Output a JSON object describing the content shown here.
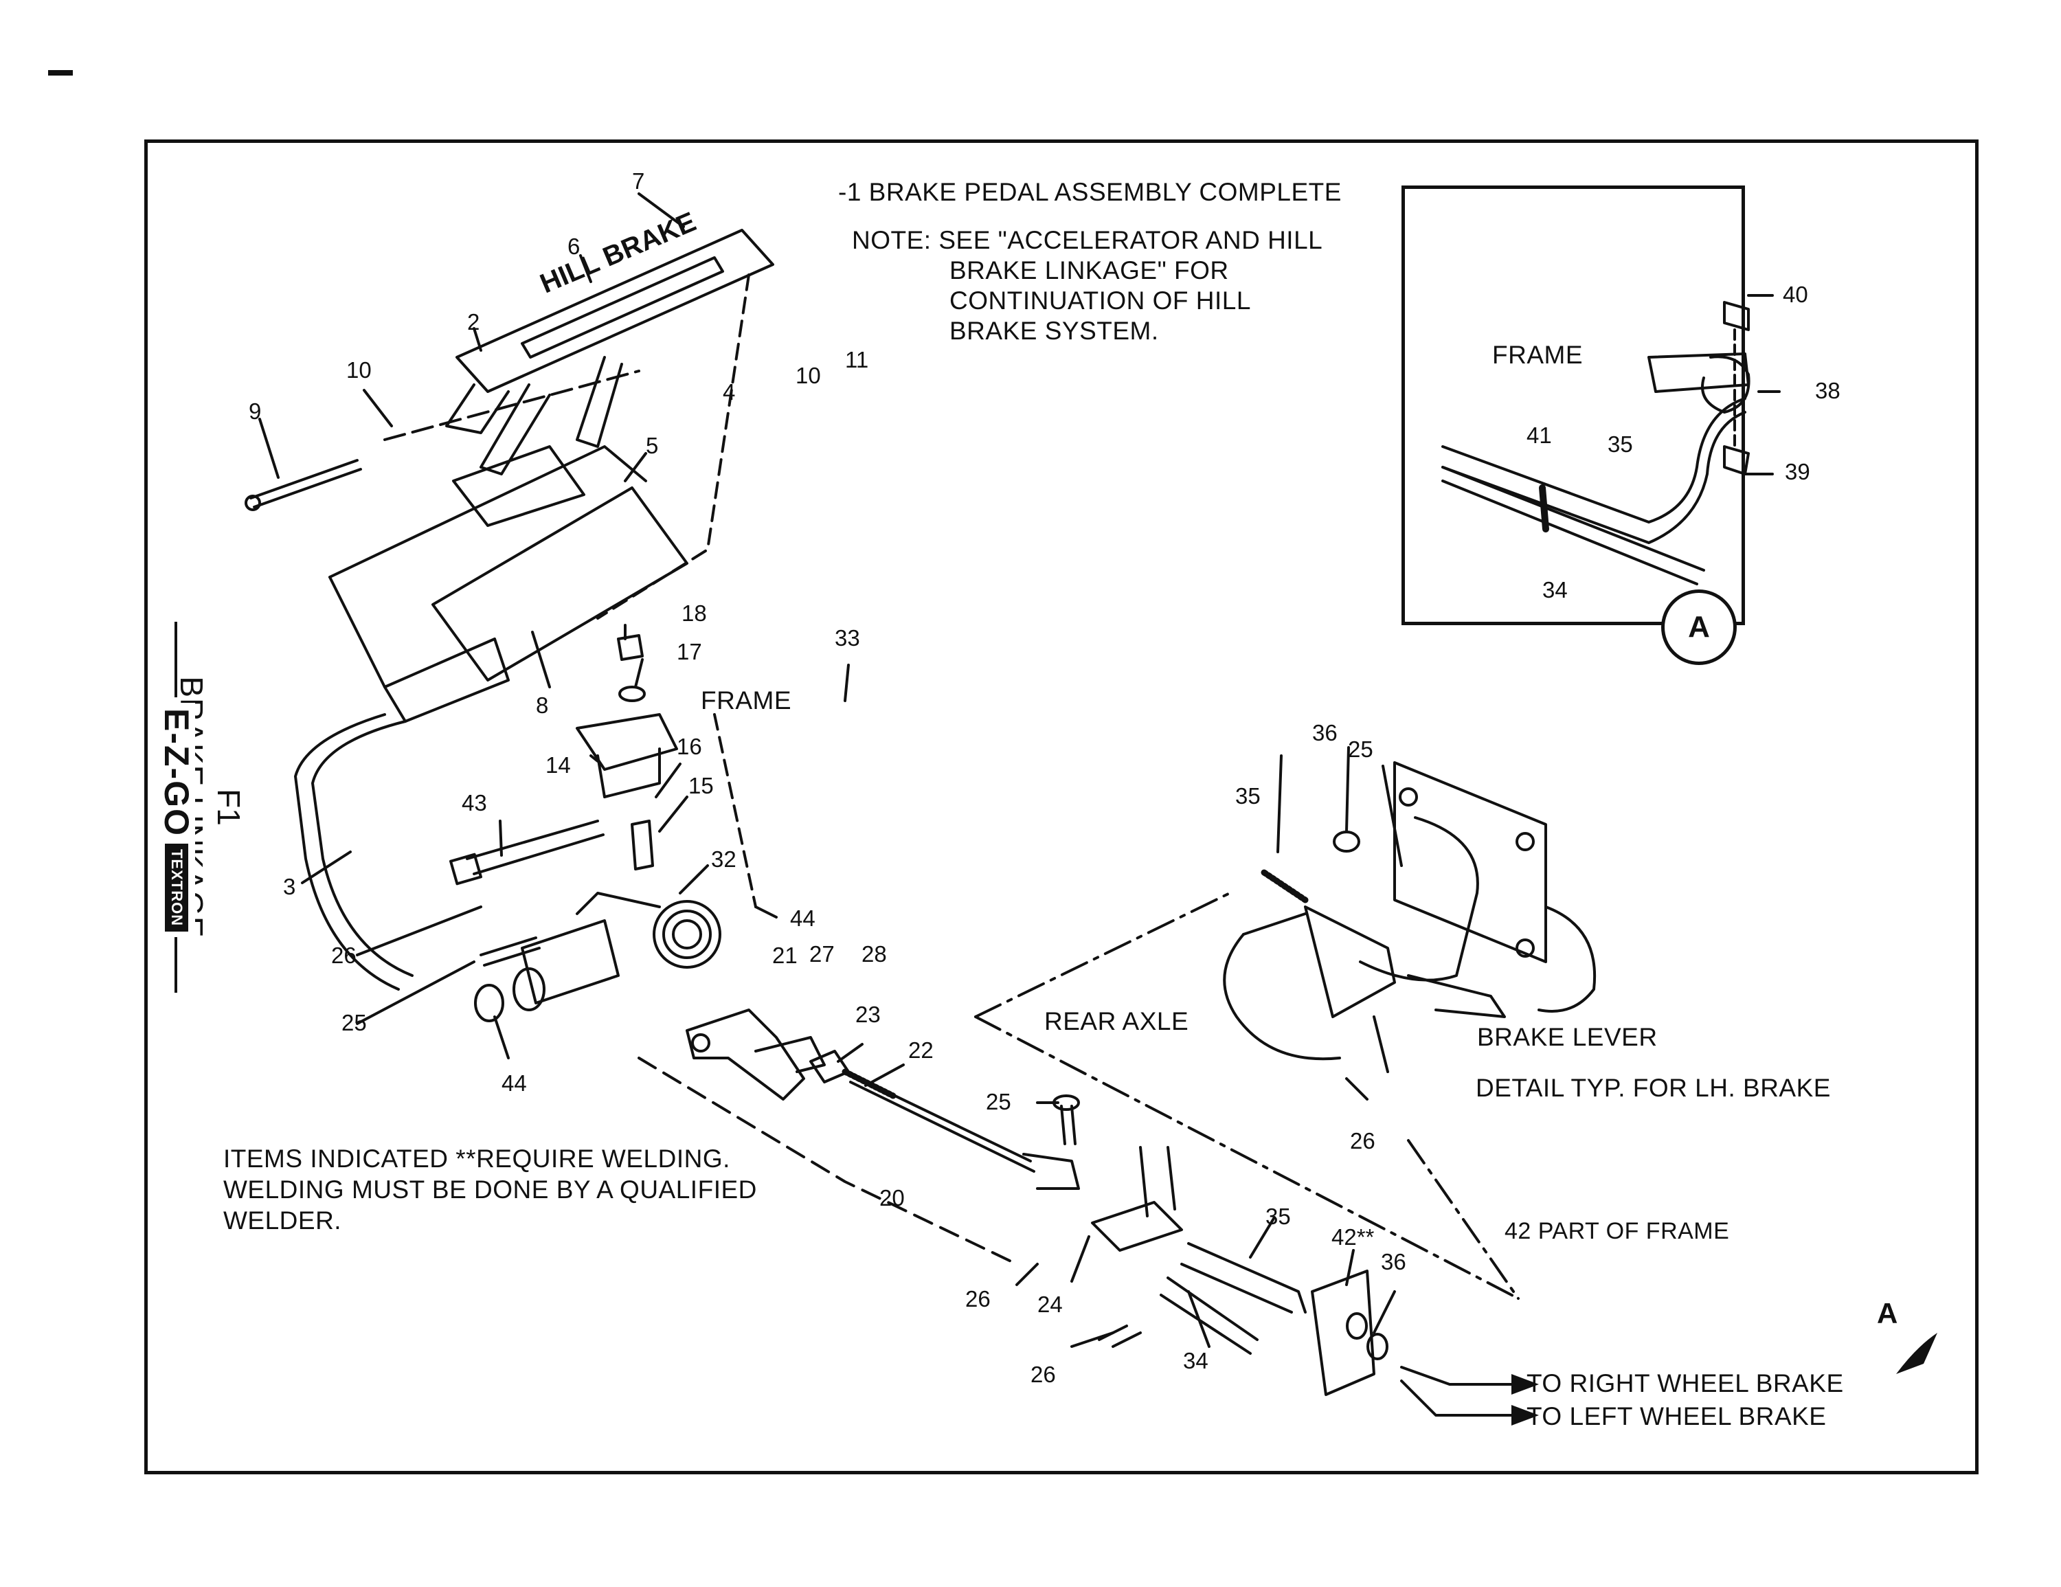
{
  "page": {
    "title": "BRAKE LINKAGE",
    "page_number": "F1",
    "brand": "E-Z-GO",
    "brand_sub": "TEXTRON"
  },
  "notes": {
    "assembly": "-1 BRAKE PEDAL ASSEMBLY COMPLETE",
    "note_line1": "NOTE: SEE \"ACCELERATOR AND HILL",
    "note_line2": "BRAKE LINKAGE\" FOR",
    "note_line3": "CONTINUATION OF HILL",
    "note_line4": "BRAKE SYSTEM.",
    "welding_line1": "ITEMS INDICATED **REQUIRE WELDING.",
    "welding_line2": "WELDING MUST BE DONE BY A QUALIFIED",
    "welding_line3": "WELDER.",
    "part_of_frame": "42 PART OF FRAME",
    "detail_typ": "DETAIL TYP. FOR LH. BRAKE"
  },
  "labels": {
    "frame_main": "FRAME",
    "frame_inset": "FRAME",
    "rear_axle": "REAR AXLE",
    "brake_lever": "BRAKE LEVER",
    "to_right": "TO RIGHT WHEEL BRAKE",
    "to_left": "TO LEFT WHEEL BRAKE",
    "detail_marker": "A",
    "view_arrow": "A",
    "pedal_text": "HILL BRAKE"
  },
  "parts": {
    "p7": "7",
    "p6": "6",
    "p2": "2",
    "p10a": "10",
    "p9": "9",
    "p4": "4",
    "p10b": "10",
    "p11": "11",
    "p5": "5",
    "p18": "18",
    "p17": "17",
    "p8": "8",
    "p33": "33",
    "p14": "14",
    "p16": "16",
    "p15": "15",
    "p43": "43",
    "p32": "32",
    "p3": "3",
    "p44a": "44",
    "p26a": "26",
    "p21": "21",
    "p27": "27",
    "p28": "28",
    "p25a": "25",
    "p44b": "44",
    "p23": "23",
    "p22": "22",
    "p25b": "25",
    "p20": "20",
    "p26b": "26",
    "p24": "24",
    "p35a": "35",
    "p42": "42**",
    "p36a": "36",
    "p26c": "26",
    "p34a": "34",
    "p36b": "36",
    "p25c": "25",
    "p35b": "35",
    "p26d": "26",
    "p40": "40",
    "p38": "38",
    "p41": "41",
    "p35c": "35",
    "p39": "39",
    "p34b": "34"
  }
}
